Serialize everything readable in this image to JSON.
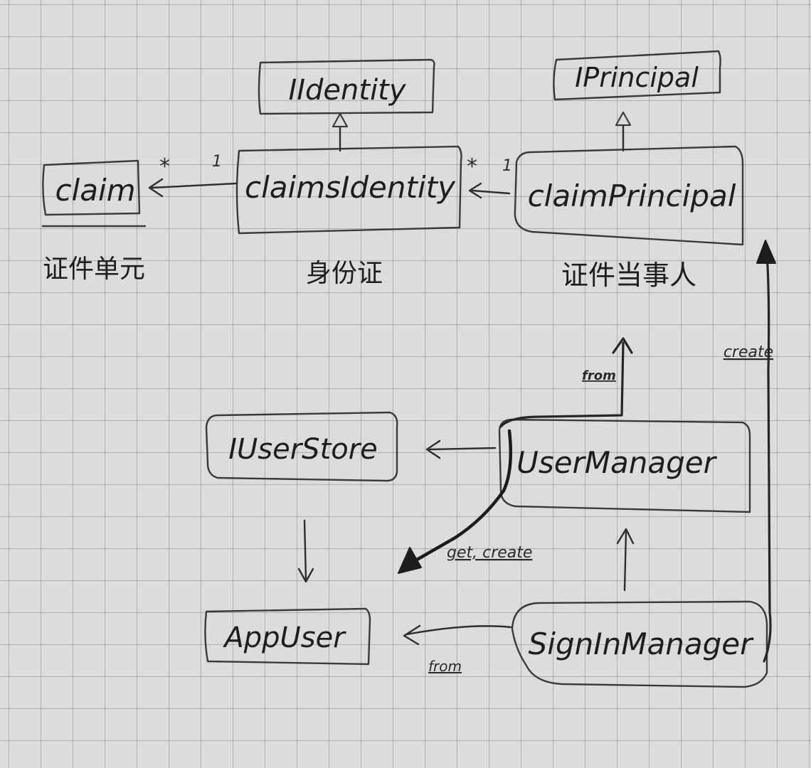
{
  "nodes": {
    "iidentity": "IIdentity",
    "iprincipal": "IPrincipal",
    "claim": "claim",
    "claimsidentity": "claimsIdentity",
    "claimprincipal": "claimPrincipal",
    "iuserstore": "IUserStore",
    "usermanager": "UserManager",
    "appuser": "AppUser",
    "signinmanager": "SignInManager"
  },
  "captions": {
    "claim": "证件单元",
    "claimsidentity": "身份证",
    "claimprincipal": "证件当事人"
  },
  "edge_labels": {
    "multiplicity_claim": "*",
    "multiplicity_identity_one": "1",
    "multiplicity_identity_many": "*",
    "multiplicity_principal_one": "1",
    "usermanager_to_principal": "from",
    "signin_to_principal": "create",
    "usermanager_to_appuser": "get, create",
    "signin_to_appuser": "from"
  }
}
